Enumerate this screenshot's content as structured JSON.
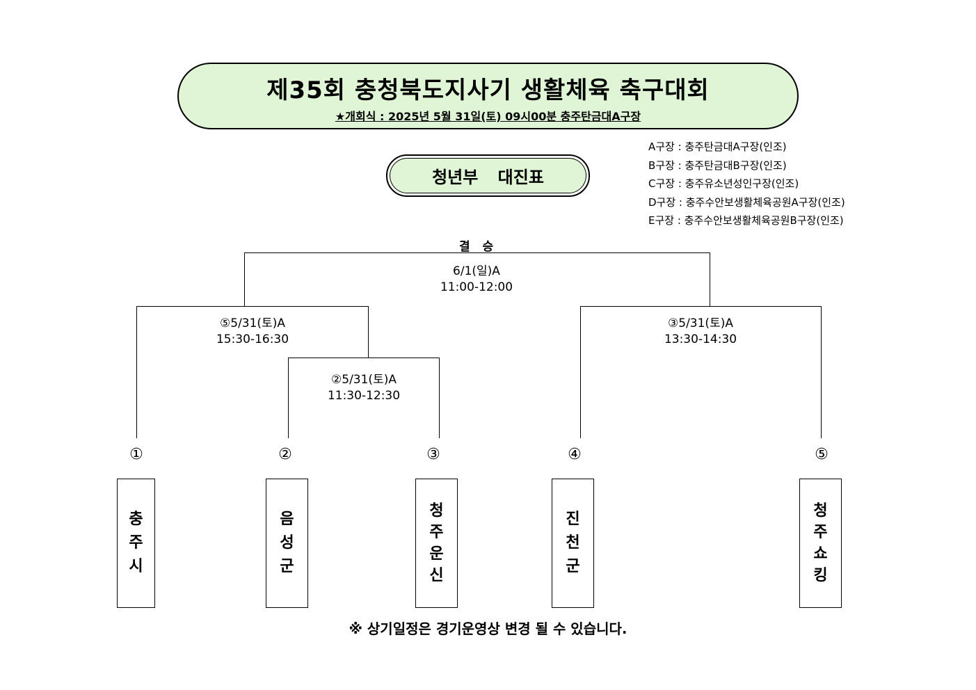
{
  "header": {
    "title": "제35회 충청북도지사기 생활체육 축구대회",
    "subtitle": "★개회식 : 2025년 5월 31일(토) 09시00분 충주탄금대A구장"
  },
  "division": "청년부 대진표",
  "venues": [
    "A구장 : 충주탄금대A구장(인조)",
    "B구장 : 충주탄금대B구장(인조)",
    "C구장 : 충주유소년성인구장(인조)",
    "D구장 : 충주수안보생활체육공원A구장(인조)",
    "E구장 : 충주수안보생활체육공원B구장(인조)"
  ],
  "final": {
    "label": "결 승",
    "date": "6/1(일)A",
    "time": "11:00-12:00"
  },
  "matches": {
    "semi_left": {
      "date": "⑤5/31(토)A",
      "time": "15:30-16:30"
    },
    "semi_right": {
      "date": "③5/31(토)A",
      "time": "13:30-14:30"
    },
    "first_round": {
      "date": "②5/31(토)A",
      "time": "11:30-12:30"
    }
  },
  "seeds": [
    "①",
    "②",
    "③",
    "④",
    "⑤"
  ],
  "teams": [
    [
      "충",
      "주",
      "시"
    ],
    [
      "음",
      "성",
      "군"
    ],
    [
      "청",
      "주",
      "운",
      "신"
    ],
    [
      "진",
      "천",
      "군"
    ],
    [
      "청",
      "주",
      "쇼",
      "킹"
    ]
  ],
  "footnote": "※ 상기일정은 경기운영상 변경 될 수 있습니다."
}
